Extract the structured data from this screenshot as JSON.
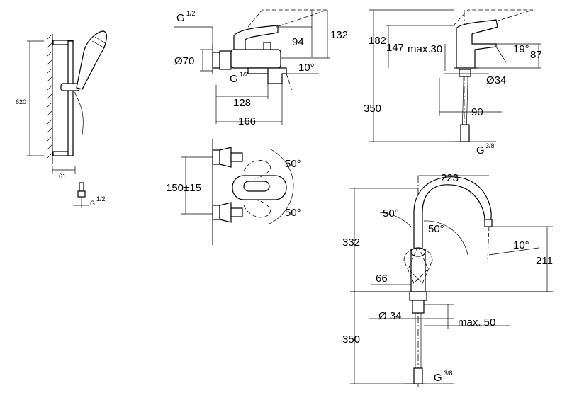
{
  "title": "",
  "labels": {
    "shower_height": "620",
    "shower_width": "61",
    "shower_thread": "G",
    "shower_thread_frac": "1/2",
    "bath_thread": "G",
    "bath_thread_frac": "1/2",
    "bath_thread2": "G",
    "bath_thread2_frac": "1/2",
    "bath_132": "132",
    "bath_94": "94",
    "bath_70": "Ø70",
    "bath_10deg": "10°",
    "bath_128": "128",
    "bath_166": "166",
    "wall_50_top": "50°",
    "wall_150": "150±15",
    "wall_50_bottom": "50°",
    "basin_182": "182",
    "basin_147": "147",
    "basin_max30": "max.30",
    "basin_19deg": "19°",
    "basin_87": "87",
    "basin_34": "Ø34",
    "basin_350": "350",
    "basin_90": "90",
    "basin_thread": "G",
    "basin_thread_frac": "3/8",
    "sink_223": "223",
    "sink_50_left": "50°",
    "sink_50_right": "50°",
    "sink_332": "332",
    "sink_10deg": "10°",
    "sink_211": "211",
    "sink_66": "66",
    "sink_34": "Ø 34",
    "sink_max50": "max. 50",
    "sink_350": "350",
    "sink_thread": "G",
    "sink_thread_frac": "3/8"
  },
  "icons": [
    "shower-head-icon",
    "mixer-tap-icon"
  ]
}
